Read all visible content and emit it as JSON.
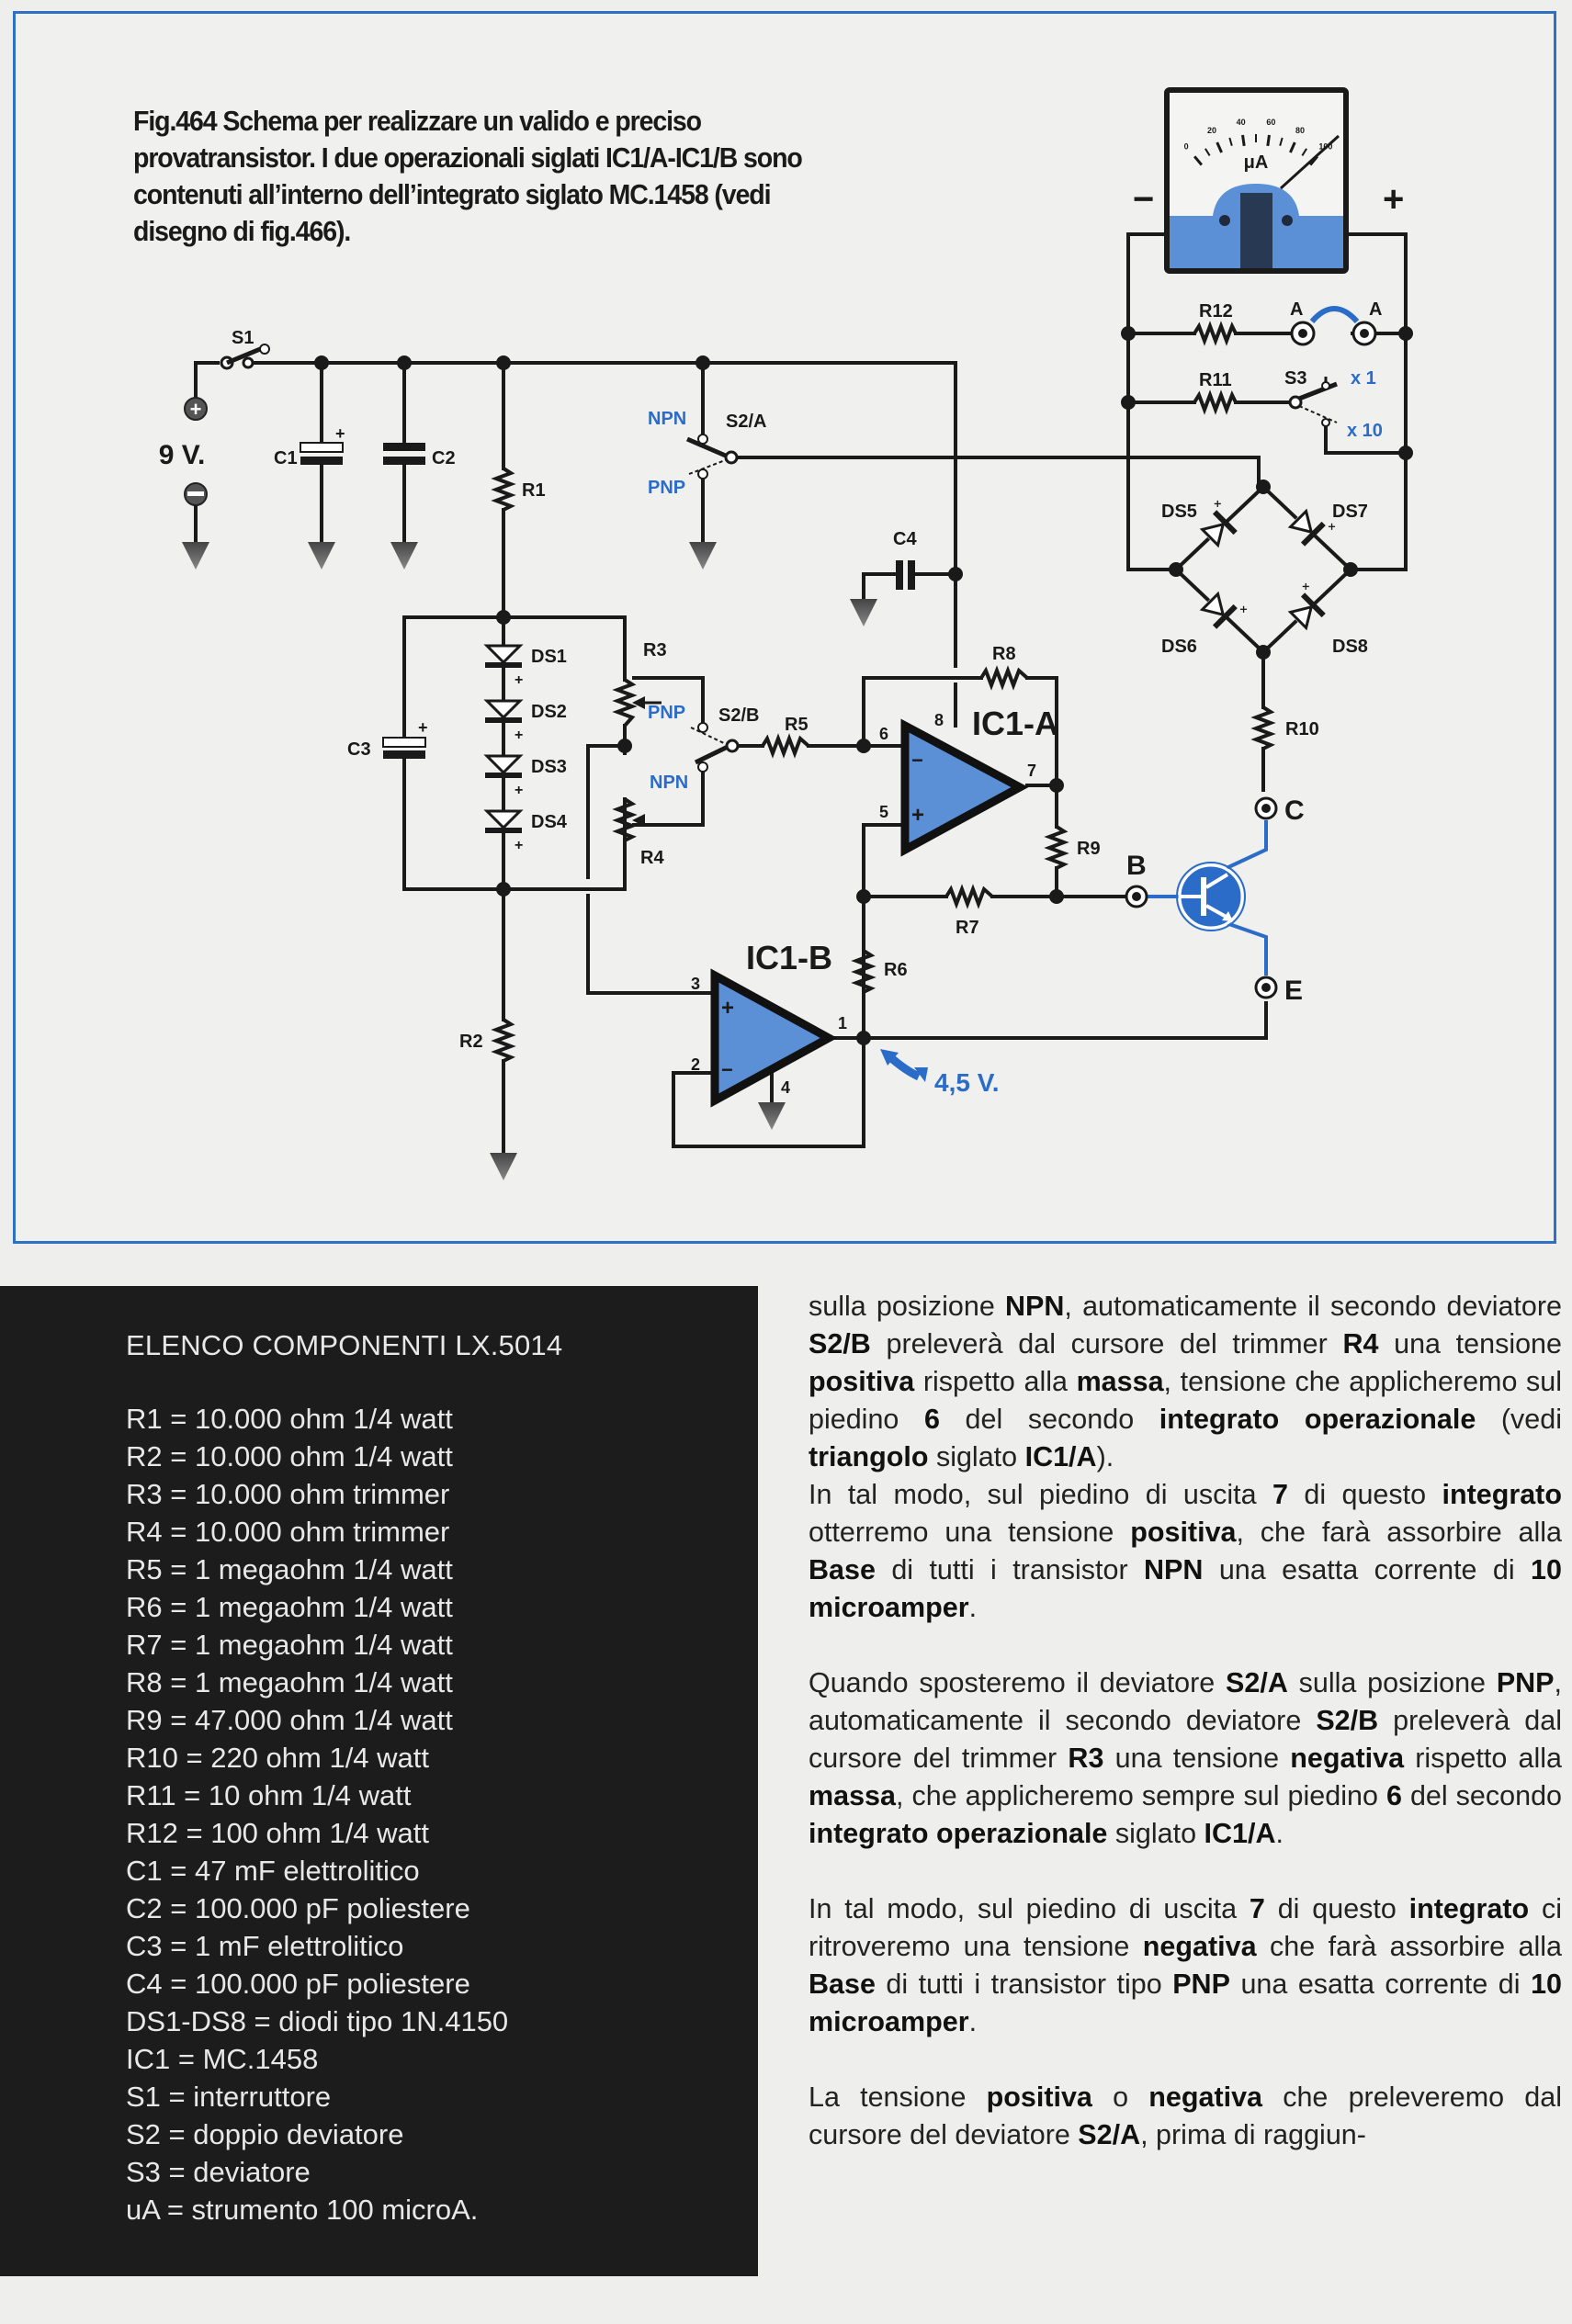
{
  "figure": {
    "caption": "Fig.464 Schema per realizzare un valido e preciso provatransistor. I due operazionali siglati IC1/A-IC1/B sono contenuti all’interno dell’integrato siglato MC.1458 (vedi disegno di fig.466).",
    "colors": {
      "frame": "#2f6fc4",
      "accent_blue": "#2a6cc8",
      "opamp_fill": "#5b8fd6",
      "meter_fill": "#5b8fd6"
    },
    "labels": {
      "s1": "S1",
      "battery_plus": "+",
      "battery_minus": "−",
      "battery_voltage": "9 V.",
      "c1": "C1",
      "c1_plus": "+",
      "c2": "C2",
      "r1": "R1",
      "r2": "R2",
      "c3": "C3",
      "c3_plus": "+",
      "ds1": "DS1",
      "ds2": "DS2",
      "ds3": "DS3",
      "ds4": "DS4",
      "diode_plus": "+",
      "r3": "R3",
      "r4": "R4",
      "s2a": "S2/A",
      "s2b": "S2/B",
      "npn": "NPN",
      "pnp": "PNP",
      "r5": "R5",
      "r6": "R6",
      "r7": "R7",
      "r8": "R8",
      "r9": "R9",
      "r10": "R10",
      "r11": "R11",
      "r12": "R12",
      "c4": "C4",
      "ic1a": "IC1-A",
      "ic1b": "IC1-B",
      "pin1": "1",
      "pin2": "2",
      "pin3": "3",
      "pin4": "4",
      "pin5": "5",
      "pin6": "6",
      "pin7": "7",
      "pin8": "8",
      "opamp_minus": "−",
      "opamp_plus": "+",
      "s3": "S3",
      "x1": "x 1",
      "x10": "x 10",
      "jumper_a1": "A",
      "jumper_a2": "A",
      "ds5": "DS5",
      "ds6": "DS6",
      "ds7": "DS7",
      "ds8": "DS8",
      "diode_cathode_mark": "×",
      "term_b": "B",
      "term_c": "C",
      "term_e": "E",
      "voltage_note": "4,5 V.",
      "meter_minus": "−",
      "meter_plus": "+",
      "meter_unit": "μA",
      "meter_scale": [
        "0",
        "20",
        "40",
        "60",
        "80",
        "100"
      ]
    }
  },
  "components": {
    "title": "ELENCO COMPONENTI LX.5014",
    "items": [
      "R1 = 10.000 ohm 1/4 watt",
      "R2 = 10.000 ohm 1/4 watt",
      "R3 = 10.000 ohm trimmer",
      "R4 = 10.000 ohm trimmer",
      "R5 = 1 megaohm 1/4 watt",
      "R6 = 1 megaohm 1/4 watt",
      "R7 = 1 megaohm 1/4 watt",
      "R8 = 1 megaohm 1/4 watt",
      "R9 = 47.000 ohm 1/4 watt",
      "R10 = 220 ohm 1/4 watt",
      "R11 = 10 ohm 1/4 watt",
      "R12 = 100 ohm 1/4 watt",
      "C1 = 47 mF elettrolitico",
      "C2 = 100.000 pF poliestere",
      "C3 = 1 mF elettrolitico",
      "C4 = 100.000 pF poliestere",
      "DS1-DS8 = diodi tipo 1N.4150",
      "IC1 = MC.1458",
      "S1 = interruttore",
      "S2 = doppio deviatore",
      "S3 = deviatore",
      "uA = strumento 100 microA."
    ]
  },
  "article": {
    "paragraphs": [
      [
        {
          "t": "sulla posizione "
        },
        {
          "b": "NPN"
        },
        {
          "t": ", automaticamente il secondo deviatore "
        },
        {
          "b": "S2/B"
        },
        {
          "t": " preleverà dal cursore del trimmer "
        },
        {
          "b": "R4"
        },
        {
          "t": " una tensione "
        },
        {
          "b": "positiva"
        },
        {
          "t": " rispetto alla "
        },
        {
          "b": "massa"
        },
        {
          "t": ", tensione che applicheremo sul piedino "
        },
        {
          "b": "6"
        },
        {
          "t": " del secondo "
        },
        {
          "b": "integrato operazionale"
        },
        {
          "t": " (vedi "
        },
        {
          "b": "triangolo"
        },
        {
          "t": " siglato "
        },
        {
          "b": "IC1/A"
        },
        {
          "t": ")."
        }
      ],
      [
        {
          "t": "In tal modo, sul piedino di uscita "
        },
        {
          "b": "7"
        },
        {
          "t": " di questo "
        },
        {
          "b": "integrato"
        },
        {
          "t": " otterremo una tensione "
        },
        {
          "b": "positiva"
        },
        {
          "t": ", che farà assorbire alla "
        },
        {
          "b": "Base"
        },
        {
          "t": " di tutti i transistor "
        },
        {
          "b": "NPN"
        },
        {
          "t": " una esatta corrente di "
        },
        {
          "b": "10 microamper"
        },
        {
          "t": "."
        }
      ],
      [
        {
          "t": "Quando sposteremo il deviatore "
        },
        {
          "b": "S2/A"
        },
        {
          "t": " sulla posizione "
        },
        {
          "b": "PNP"
        },
        {
          "t": ", automaticamente il secondo deviatore "
        },
        {
          "b": "S2/B"
        },
        {
          "t": " preleverà dal cursore del trimmer "
        },
        {
          "b": "R3"
        },
        {
          "t": " una tensione "
        },
        {
          "b": "negativa"
        },
        {
          "t": " rispetto alla "
        },
        {
          "b": "massa"
        },
        {
          "t": ", che applicheremo sempre sul piedino "
        },
        {
          "b": "6"
        },
        {
          "t": " del secondo "
        },
        {
          "b": "integrato operazionale"
        },
        {
          "t": " siglato "
        },
        {
          "b": "IC1/A"
        },
        {
          "t": "."
        }
      ],
      [
        {
          "t": "In tal modo, sul piedino di uscita "
        },
        {
          "b": "7"
        },
        {
          "t": " di questo "
        },
        {
          "b": "integrato"
        },
        {
          "t": " ci ritroveremo una tensione "
        },
        {
          "b": "negativa"
        },
        {
          "t": " che farà assorbire alla "
        },
        {
          "b": "Base"
        },
        {
          "t": " di tutti i transistor tipo "
        },
        {
          "b": "PNP"
        },
        {
          "t": " una esatta corrente di "
        },
        {
          "b": "10 microamper"
        },
        {
          "t": "."
        }
      ],
      [
        {
          "t": "La tensione "
        },
        {
          "b": "positiva"
        },
        {
          "t": " o "
        },
        {
          "b": "negativa"
        },
        {
          "t": " che preleveremo dal cursore del deviatore "
        },
        {
          "b": "S2/A"
        },
        {
          "t": ", prima di raggiun-"
        }
      ]
    ]
  }
}
